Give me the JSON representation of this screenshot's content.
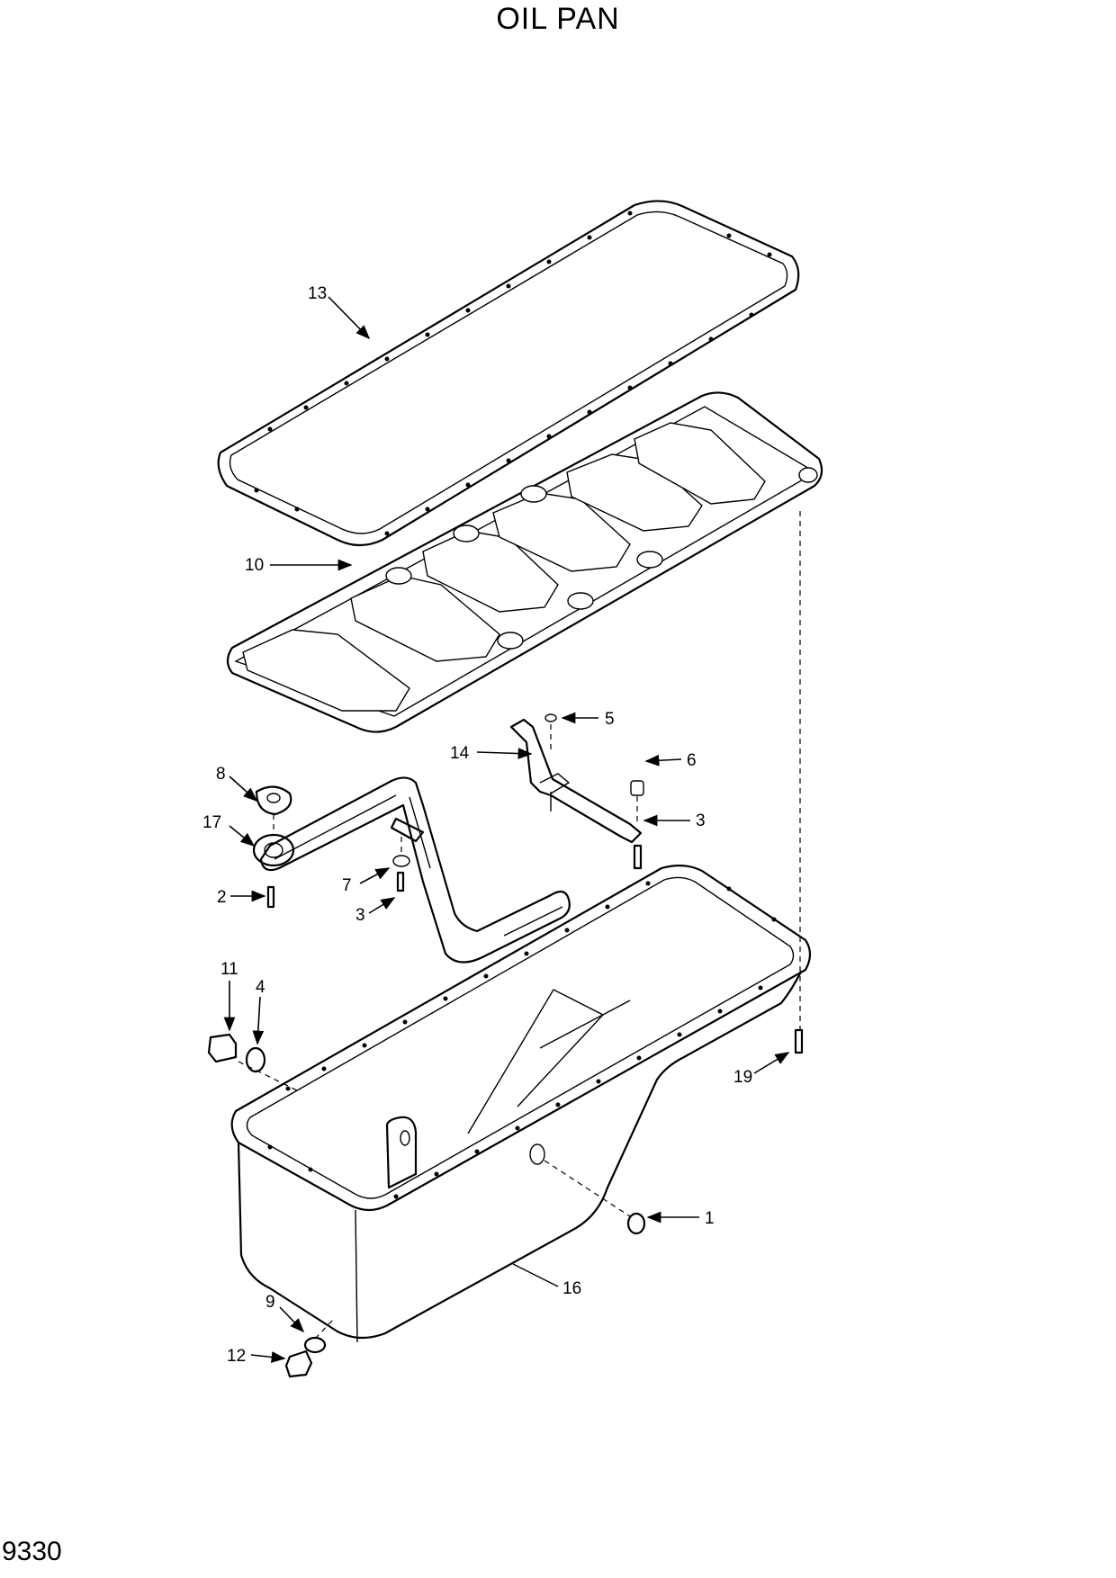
{
  "title": "OIL PAN",
  "page_code": "9330",
  "callouts": [
    {
      "id": "c1",
      "label": "1"
    },
    {
      "id": "c2",
      "label": "2"
    },
    {
      "id": "c3a",
      "label": "3"
    },
    {
      "id": "c3b",
      "label": "3"
    },
    {
      "id": "c4",
      "label": "4"
    },
    {
      "id": "c5",
      "label": "5"
    },
    {
      "id": "c6",
      "label": "6"
    },
    {
      "id": "c7",
      "label": "7"
    },
    {
      "id": "c8",
      "label": "8"
    },
    {
      "id": "c9",
      "label": "9"
    },
    {
      "id": "c10",
      "label": "10"
    },
    {
      "id": "c11",
      "label": "11"
    },
    {
      "id": "c12",
      "label": "12"
    },
    {
      "id": "c13",
      "label": "13"
    },
    {
      "id": "c14",
      "label": "14"
    },
    {
      "id": "c16",
      "label": "16"
    },
    {
      "id": "c17",
      "label": "17"
    },
    {
      "id": "c19",
      "label": "19"
    }
  ]
}
